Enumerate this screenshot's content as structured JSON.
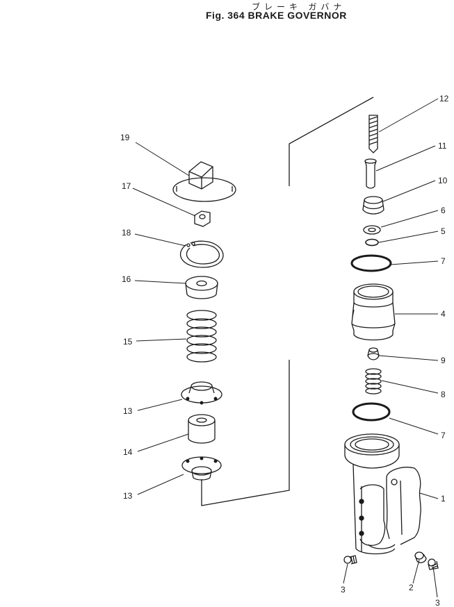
{
  "header": {
    "title_jp": "ブレーキ ガバナ",
    "title": "Fig. 364  BRAKE  GOVERNOR"
  },
  "callouts": {
    "c1": "1",
    "c2": "2",
    "c3a": "3",
    "c3b": "3",
    "c4": "4",
    "c5": "5",
    "c6": "6",
    "c7a": "7",
    "c7b": "7",
    "c8": "8",
    "c9": "9",
    "c10": "10",
    "c11": "11",
    "c12": "12",
    "c13a": "13",
    "c13b": "13",
    "c14": "14",
    "c15": "15",
    "c16": "16",
    "c17": "17",
    "c18": "18",
    "c19": "19"
  }
}
